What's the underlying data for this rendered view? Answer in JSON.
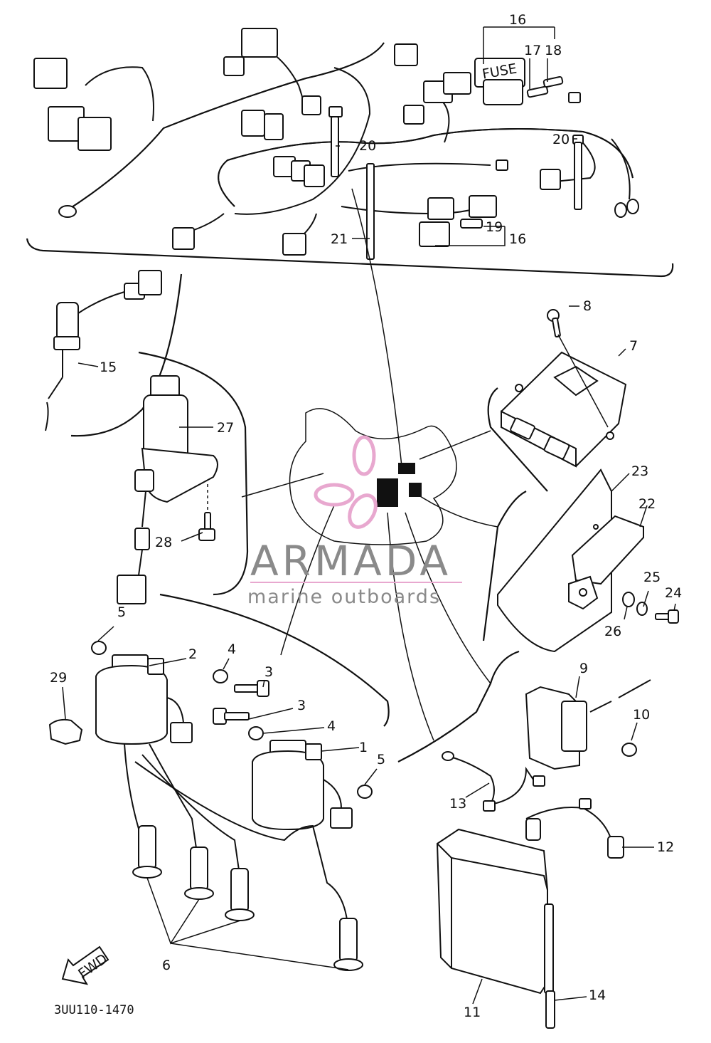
{
  "diagram": {
    "code": "3UU110-1470",
    "fwd_label": "FWD",
    "fuse_label": "FUSE",
    "callouts": {
      "c1": "1",
      "c2": "2",
      "c3a": "3",
      "c3b": "3",
      "c4a": "4",
      "c4b": "4",
      "c5a": "5",
      "c5b": "5",
      "c6": "6",
      "c7": "7",
      "c8": "8",
      "c9": "9",
      "c10": "10",
      "c11": "11",
      "c12": "12",
      "c13": "13",
      "c14": "14",
      "c15": "15",
      "c16a": "16",
      "c16b": "16",
      "c17": "17",
      "c18": "18",
      "c19": "19",
      "c20a": "20",
      "c20b": "20",
      "c21": "21",
      "c22": "22",
      "c23": "23",
      "c24": "24",
      "c25": "25",
      "c26": "26",
      "c27": "27",
      "c28": "28",
      "c29": "29"
    }
  },
  "watermark": {
    "brand": "ARMADA",
    "tagline": "marine outboards",
    "logo_color": "#e8a8cf",
    "text_color": "#8a8a8a"
  }
}
